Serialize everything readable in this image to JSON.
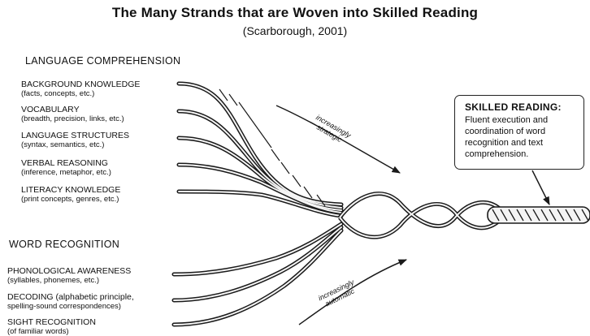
{
  "title": "The Many Strands that are Woven into Skilled Reading",
  "subtitle": "(Scarborough, 2001)",
  "language_comprehension": {
    "heading": "LANGUAGE COMPREHENSION",
    "strands": [
      {
        "name": "BACKGROUND KNOWLEDGE",
        "detail": "(facts, concepts, etc.)"
      },
      {
        "name": "VOCABULARY",
        "detail": "(breadth, precision, links, etc.)"
      },
      {
        "name": "LANGUAGE STRUCTURES",
        "detail": "(syntax, semantics, etc.)"
      },
      {
        "name": "VERBAL REASONING",
        "detail": "(inference, metaphor, etc.)"
      },
      {
        "name": "LITERACY KNOWLEDGE",
        "detail": "(print concepts, genres, etc.)"
      }
    ]
  },
  "word_recognition": {
    "heading": "WORD RECOGNITION",
    "strands": [
      {
        "name": "PHONOLOGICAL AWARENESS",
        "detail": "(syllables, phonemes, etc.)"
      },
      {
        "name": "DECODING (alphabetic principle,",
        "detail": "spelling-sound correspondences)"
      },
      {
        "name": "SIGHT RECOGNITION",
        "detail": "(of familiar words)"
      }
    ]
  },
  "skilled_reading": {
    "title": "SKILLED READING:",
    "text": "Fluent execution and coordination of word recognition and text comprehension."
  },
  "arrows": {
    "upper_line1": "increasingly",
    "upper_line2": "strategic",
    "lower_line1": "increasingly",
    "lower_line2": "automatic"
  },
  "colors": {
    "ink": "#1a1a1a",
    "rope_fill": "#f4f4f4"
  }
}
